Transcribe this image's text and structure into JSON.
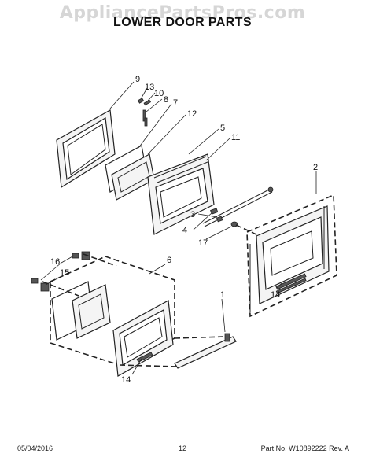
{
  "watermark": "AppliancePartsPros.com",
  "title": "LOWER DOOR PARTS",
  "footer": {
    "date": "05/04/2016",
    "page": "12",
    "part_no": "Part No.  W10892222  Rev. A"
  },
  "callouts": {
    "c9": "9",
    "c13": "13",
    "c10": "10",
    "c8": "8",
    "c7": "7",
    "c12": "12",
    "c5": "5",
    "c11": "11",
    "c2": "2",
    "c4": "4",
    "c3": "3",
    "c17": "17",
    "c16": "16",
    "c15": "15",
    "c6": "6",
    "c1": "1",
    "c14a": "14",
    "c14b": "14"
  }
}
